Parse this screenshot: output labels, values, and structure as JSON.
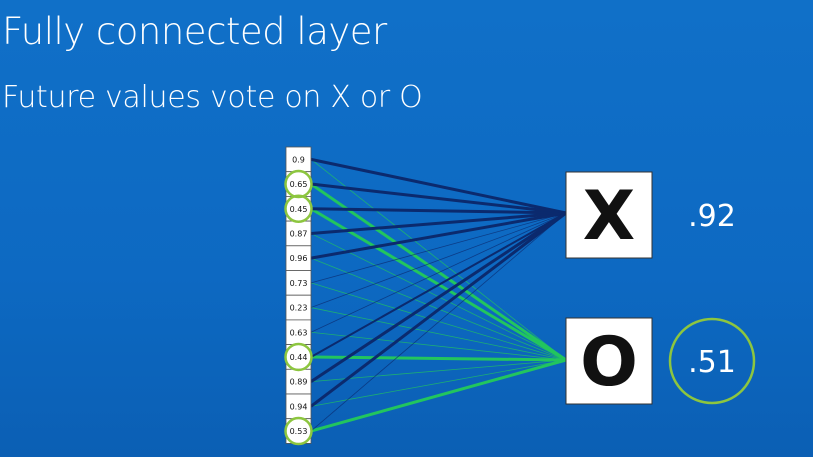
{
  "slide": {
    "title": "Fully connected layer",
    "subtitle": "Future values vote on X or O"
  },
  "inputs": {
    "values": [
      "0.9",
      "0.65",
      "0.45",
      "0.87",
      "0.96",
      "0.73",
      "0.23",
      "0.63",
      "0.44",
      "0.89",
      "0.94",
      "0.53"
    ],
    "highlighted": [
      1,
      2,
      8,
      11
    ]
  },
  "outputs": [
    {
      "label": "X",
      "score": ".92",
      "highlighted": false
    },
    {
      "label": "O",
      "score": ".51",
      "highlighted": true
    }
  ],
  "connections": {
    "to_x": [
      {
        "from": 0,
        "strength": "strong"
      },
      {
        "from": 1,
        "strength": "strong"
      },
      {
        "from": 2,
        "strength": "strong"
      },
      {
        "from": 3,
        "strength": "strong"
      },
      {
        "from": 4,
        "strength": "strong"
      },
      {
        "from": 5,
        "strength": "weak"
      },
      {
        "from": 6,
        "strength": "weak"
      },
      {
        "from": 7,
        "strength": "weak"
      },
      {
        "from": 8,
        "strength": "medium"
      },
      {
        "from": 9,
        "strength": "strong"
      },
      {
        "from": 10,
        "strength": "strong"
      },
      {
        "from": 11,
        "strength": "weak"
      }
    ],
    "to_o": [
      {
        "from": 0,
        "strength": "weak"
      },
      {
        "from": 1,
        "strength": "strong"
      },
      {
        "from": 2,
        "strength": "strong"
      },
      {
        "from": 3,
        "strength": "weak"
      },
      {
        "from": 4,
        "strength": "weak"
      },
      {
        "from": 5,
        "strength": "weak"
      },
      {
        "from": 6,
        "strength": "weak"
      },
      {
        "from": 7,
        "strength": "weak"
      },
      {
        "from": 8,
        "strength": "strong"
      },
      {
        "from": 9,
        "strength": "weak"
      },
      {
        "from": 10,
        "strength": "weak"
      },
      {
        "from": 11,
        "strength": "strong"
      }
    ]
  },
  "colors": {
    "background": "#0f6cc4",
    "x_connection": "#0b2a6e",
    "o_connection": "#22c55e",
    "highlight_ring": "#8dc63f",
    "cell_fill": "#ffffff",
    "text_light": "#ffffff"
  }
}
